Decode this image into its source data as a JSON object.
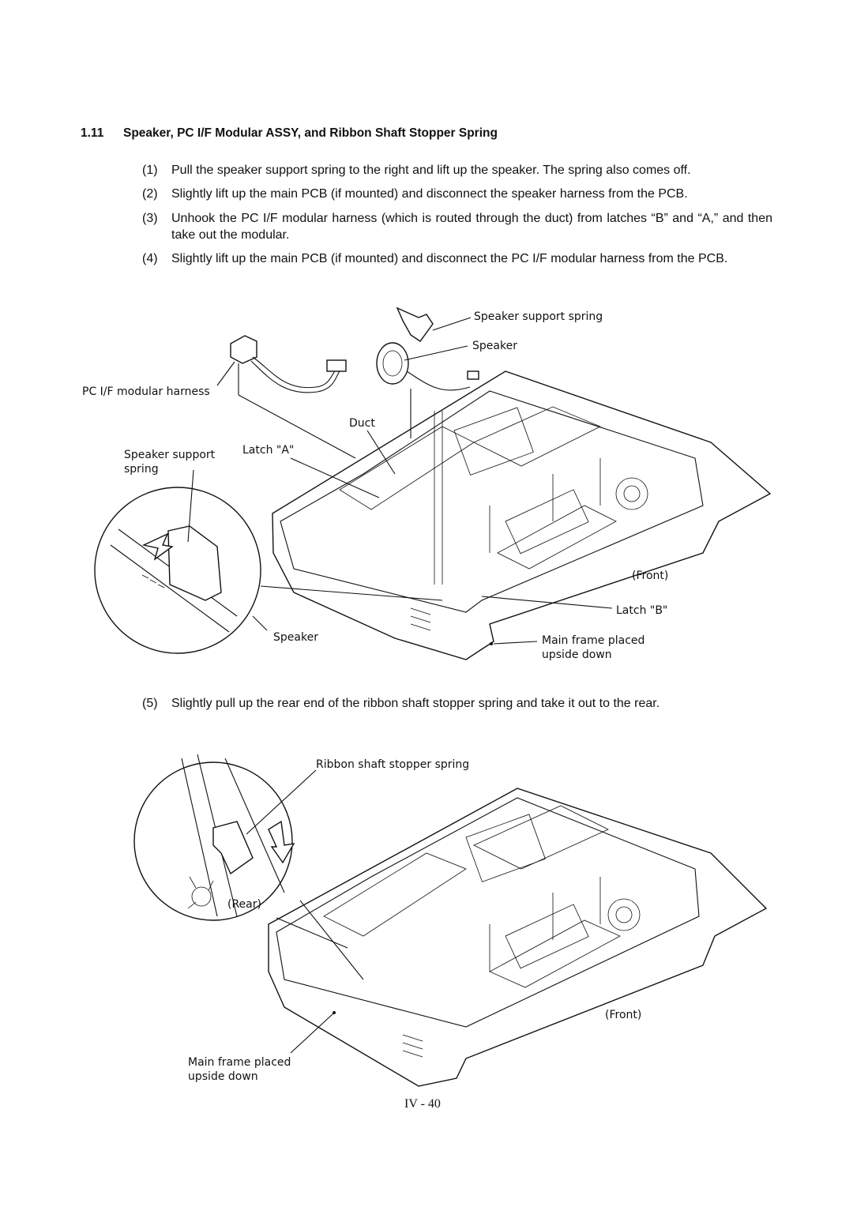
{
  "section": {
    "number": "1.11",
    "title": "Speaker, PC I/F Modular ASSY, and Ribbon Shaft Stopper Spring"
  },
  "steps": [
    {
      "num": "(1)",
      "text": "Pull the speaker support spring to the right and lift up the speaker.  The spring also comes off."
    },
    {
      "num": "(2)",
      "text": "Slightly lift up the main PCB (if mounted) and disconnect the speaker harness from the PCB."
    },
    {
      "num": "(3)",
      "text": "Unhook the PC I/F modular harness (which is routed through the duct) from latches “B” and “A,” and then take out the modular."
    },
    {
      "num": "(4)",
      "text": "Slightly lift up the main PCB (if mounted) and disconnect the PC I/F modular harness from the PCB."
    },
    {
      "num": "(5)",
      "text": "Slightly pull up the rear end of the ribbon shaft stopper spring and take it out to the rear."
    }
  ],
  "figure1": {
    "speaker_support_spring": "Speaker support spring",
    "speaker": "Speaker",
    "pc_if_modular_harness": "PC I/F modular harness",
    "duct": "Duct",
    "latch_a": "Latch \"A\"",
    "speaker_support_spring_inset_line1": "Speaker support",
    "speaker_support_spring_inset_line2": "spring",
    "front": "(Front)",
    "latch_b": "Latch \"B\"",
    "speaker_bottom": "Speaker",
    "main_frame_line1": "Main frame placed",
    "main_frame_line2": "upside down"
  },
  "figure2": {
    "ribbon_shaft_stopper_spring": "Ribbon shaft stopper spring",
    "rear": "(Rear)",
    "front": "(Front)",
    "main_frame_line1": "Main frame placed",
    "main_frame_line2": "upside down"
  },
  "page_number": "IV - 40"
}
